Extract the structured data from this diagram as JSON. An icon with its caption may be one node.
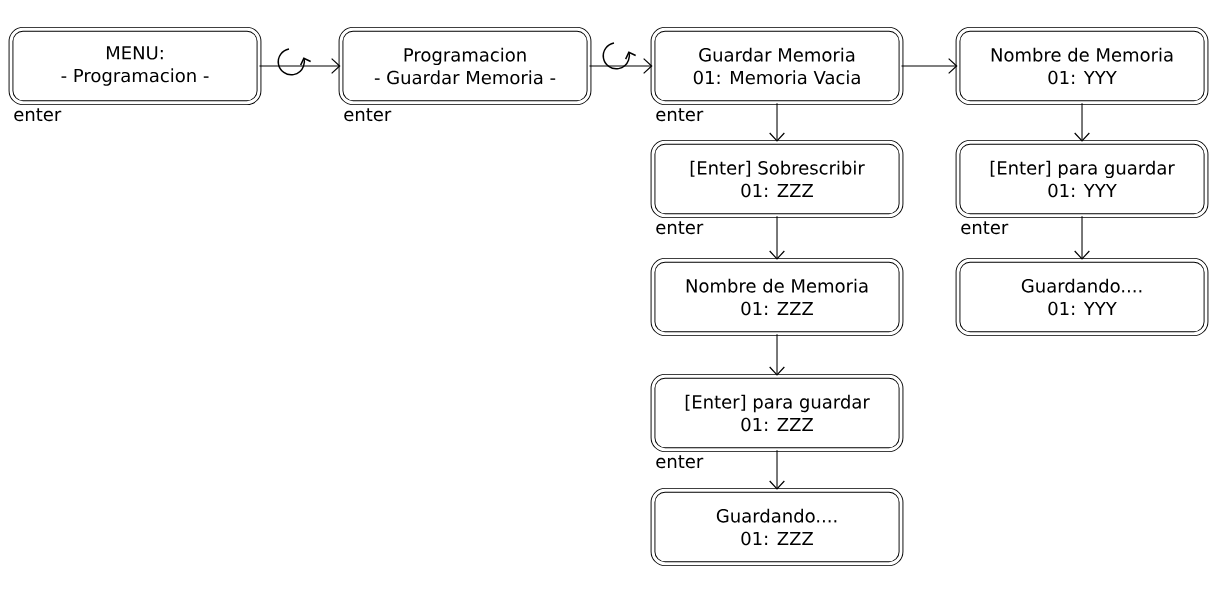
{
  "diagram": {
    "nodes": [
      {
        "text": [
          "MENU:",
          "-  Programacion  -"
        ],
        "beside": [
          "enter"
        ]
      },
      {
        "text": [
          "Programacion",
          "-  Guardar Memoria -"
        ],
        "beside": [
          "enter"
        ]
      },
      {
        "text": [
          "Guardar Memoria",
          "01: Memoria Vacia"
        ],
        "beside": [
          "enter"
        ]
      },
      {
        "text": [
          "Nombre de Memoria",
          "01: YYY"
        ]
      },
      {
        "text": [
          "[Enter] Sobrescribir",
          "01: ZZZ"
        ],
        "beside": [
          "enter"
        ]
      },
      {
        "text": [
          "Nombre de Memoria",
          "01: ZZZ"
        ]
      },
      {
        "text": [
          "[Enter] para guardar",
          "01: ZZZ"
        ],
        "beside": [
          "enter"
        ]
      },
      {
        "text": [
          "Guardando....",
          "01: ZZZ"
        ]
      },
      {
        "text": [
          "[Enter] para guardar",
          "01:  YYY"
        ],
        "beside": [
          "enter"
        ]
      },
      {
        "text": [
          "Guardando....",
          "01: YYY"
        ]
      }
    ],
    "edges": [
      {
        "from": 0,
        "to": 1,
        "arrow": "to"
      },
      {
        "from": 1,
        "to": 2,
        "arrow": "to"
      },
      {
        "from": 2,
        "to": 3,
        "arrow": "to"
      },
      {
        "from": 2,
        "to": 4,
        "arrow": "to"
      },
      {
        "from": 4,
        "to": 5,
        "arrow": "to"
      },
      {
        "from": 5,
        "to": 6,
        "arrow": "to"
      },
      {
        "from": 6,
        "to": 7,
        "arrow": "to"
      },
      {
        "from": 3,
        "to": 8,
        "arrow": "to"
      },
      {
        "from": 8,
        "to": 9,
        "arrow": "to"
      }
    ]
  }
}
